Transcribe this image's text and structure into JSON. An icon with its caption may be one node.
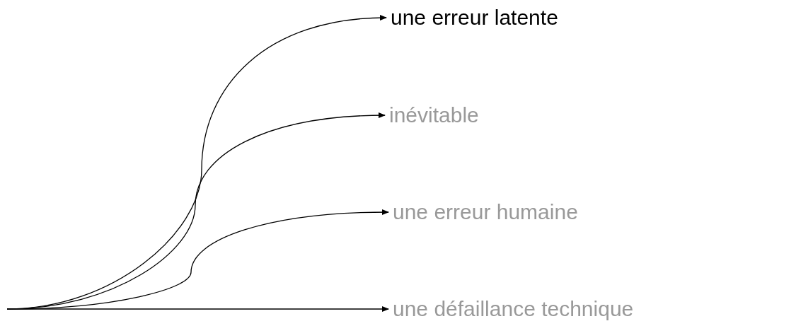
{
  "diagram": {
    "nodes": [
      {
        "text": [
          "une erreur latente"
        ]
      },
      {
        "text": [
          "inévitable"
        ]
      },
      {
        "text": [
          "une erreur humaine"
        ]
      },
      {
        "text": [
          "une défaillance technique"
        ]
      }
    ],
    "edges": [
      {
        "from": null,
        "to": 0,
        "arrow": "to"
      },
      {
        "from": null,
        "to": 1,
        "arrow": "to"
      },
      {
        "from": null,
        "to": 2,
        "arrow": "to"
      },
      {
        "from": null,
        "to": 3,
        "arrow": "to"
      }
    ]
  }
}
